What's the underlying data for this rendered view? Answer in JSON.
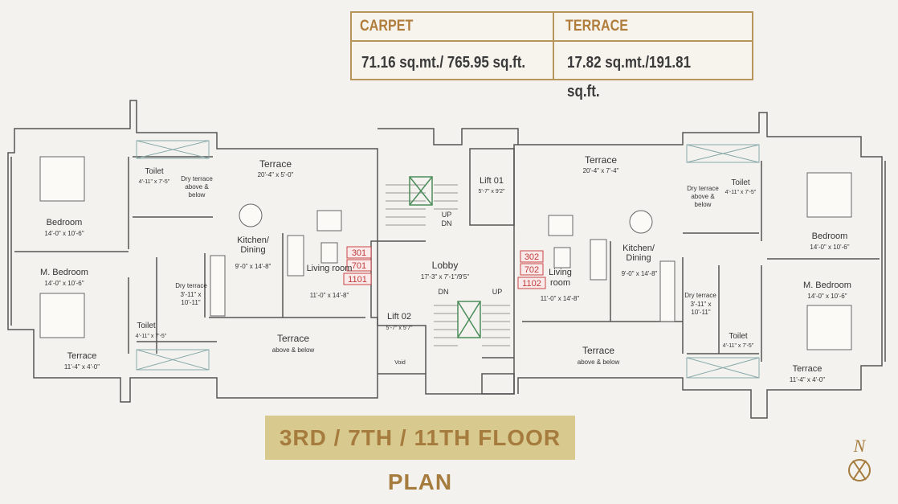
{
  "area_table": {
    "carpet_header": "CARPET",
    "terrace_header": "TERRACE",
    "carpet_value": "71.16 sq.mt./ 765.95 sq.ft.",
    "terrace_value": "17.82 sq.mt./191.81 sq.ft."
  },
  "banner": {
    "title": "3RD / 7TH / 11TH FLOOR PLAN"
  },
  "compass": {
    "north_label": "N"
  },
  "left_unit": {
    "terrace_top": {
      "name": "Terrace",
      "dims": "20'-4\" x 5'-0\""
    },
    "toilet_top": {
      "name": "Toilet",
      "dims": "4'-11\" x 7'-5\""
    },
    "dry_terrace_top": {
      "name": "Dry terrace above & below"
    },
    "bedroom": {
      "name": "Bedroom",
      "dims": "14'-0\" x 10'-6\""
    },
    "m_bedroom": {
      "name": "M. Bedroom",
      "dims": "14'-0\" x 10'-6\""
    },
    "kitchen": {
      "name": "Kitchen/ Dining",
      "dims": "9'-0\" x 14'-8\""
    },
    "dry_terrace": {
      "name": "Dry terrace",
      "dims": "3'-11\" x 10'-11\""
    },
    "toilet_bottom": {
      "name": "Toilet",
      "dims": "4'-11\" x 7'-5\""
    },
    "terrace_bottom": {
      "name": "Terrace",
      "dims": "11'-4\" x 4'-0\""
    },
    "living": {
      "name": "Living room",
      "dims": "11'-0\" x 14'-8\""
    },
    "terrace_above": {
      "name": "Terrace",
      "note": "above & below"
    },
    "unit_numbers": [
      "301",
      "701",
      "1101"
    ]
  },
  "core": {
    "lobby": {
      "name": "Lobby",
      "dims": "17'-3\" x 7'-1\"/9'5\""
    },
    "lift01": {
      "name": "Lift 01",
      "dims": "5'-7\" x 9'2\""
    },
    "lift02": {
      "name": "Lift 02",
      "dims": "5'-7\" x 5'7\""
    },
    "up": "UP",
    "dn": "DN",
    "void": "Void"
  },
  "right_unit": {
    "terrace_top": {
      "name": "Terrace",
      "dims": "20'-4\" x 7'-4\""
    },
    "toilet_top": {
      "name": "Toilet",
      "dims": "4'-11\" x 7'-5\""
    },
    "dry_terrace_top": {
      "name": "Dry terrace above & below"
    },
    "bedroom": {
      "name": "Bedroom",
      "dims": "14'-0\" x 10'-6\""
    },
    "m_bedroom": {
      "name": "M. Bedroom",
      "dims": "14'-0\" x 10'-6\""
    },
    "kitchen": {
      "name": "Kitchen/ Dining",
      "dims": "9'-0\" x 14'-8\""
    },
    "dry_terrace": {
      "name": "Dry terrace",
      "dims": "3'-11\" x 10'-11\""
    },
    "toilet_bottom": {
      "name": "Toilet",
      "dims": "4'-11\" x 7'-5\""
    },
    "terrace_bottom": {
      "name": "Terrace",
      "dims": "11'-4\" x 4'-0\""
    },
    "living": {
      "name": "Living room",
      "dims": "11'-0\" x 14'-8\""
    },
    "terrace_above": {
      "name": "Terrace",
      "note": "above & below"
    },
    "unit_numbers": [
      "302",
      "702",
      "1102"
    ]
  }
}
